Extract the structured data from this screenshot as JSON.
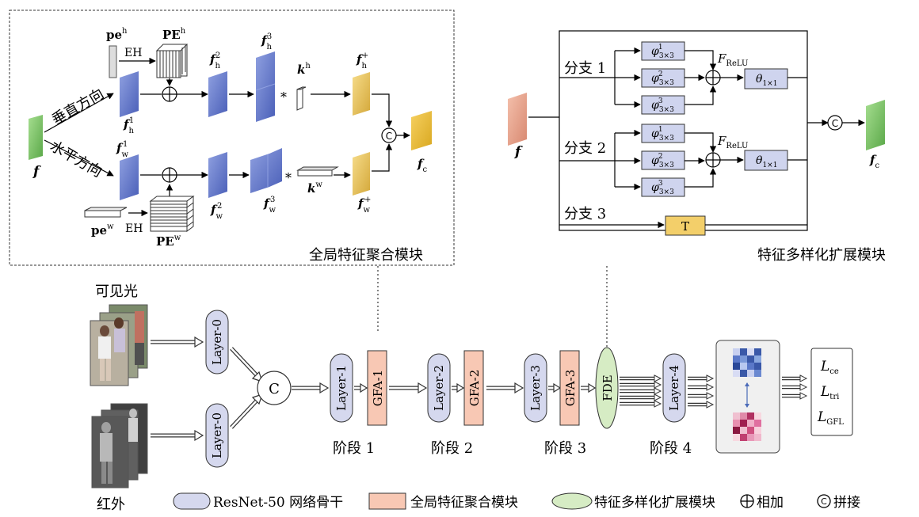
{
  "gfa_module": {
    "title": "全局特征聚合模块",
    "dir_vertical": "垂直方向",
    "dir_horizontal": "水平方向",
    "eh": "EH",
    "pe_h_small": "pe",
    "pe_h_sup": "h",
    "pe_h_big": "PE",
    "pe_w_small": "pe",
    "pe_w_sup": "w",
    "pe_w_big": "PE",
    "f": "f",
    "f_h": "f",
    "f_w": "f",
    "k": "k",
    "sup_h": "h",
    "sub_h": "h",
    "sub_w": "w",
    "sup_w": "w",
    "sup_1": "1",
    "sup_2": "2",
    "sup_3": "3",
    "sup_plus": "+",
    "sub_c": "c",
    "mul": "*",
    "concat": "C"
  },
  "fde_module": {
    "title": "特征多样化扩展模块",
    "branch1": "分支 1",
    "branch2": "分支 2",
    "branch3": "分支 3",
    "phi": "φ",
    "phi_sub": "3×3",
    "theta": "θ",
    "theta_sub": "1×1",
    "f_relu": "F",
    "f_relu_sub": "ReLU",
    "t_box": "T",
    "f": "f",
    "f_c": "f",
    "sub_c": "c",
    "concat": "C",
    "sup_1": "1",
    "sup_2": "2",
    "sup_3": "3"
  },
  "pipeline": {
    "visible": "可见光",
    "infrared": "红外",
    "layer0": "Layer-0",
    "concat": "C",
    "layer1": "Layer-1",
    "layer2": "Layer-2",
    "layer3": "Layer-3",
    "layer4": "Layer-4",
    "gfa1": "GFA-1",
    "gfa2": "GFA-2",
    "gfa3": "GFA-3",
    "fde": "FDE",
    "stage1": "阶段 1",
    "stage2": "阶段 2",
    "stage3": "阶段 3",
    "stage4": "阶段 4",
    "loss_l": "L",
    "loss_ce": "ce",
    "loss_tri": "tri",
    "loss_gfl": "GFL"
  },
  "legend": {
    "backbone": "ResNet-50 网络骨干",
    "gfa": "全局特征聚合模块",
    "fde": "特征多样化扩展模块",
    "add": "相加",
    "concat": "拼接",
    "concat_symbol": "C"
  },
  "colors": {
    "backbone_fill": "#d5d8ee",
    "gfa_fill": "#f8c8b4",
    "fde_fill": "#d6ecc4",
    "blue_feature": "#6b7fd0",
    "yellow_feature": "#e8c45a",
    "green_feature": "#7cc86a",
    "salmon_feature": "#e8a088",
    "phi_fill": "#cfd4ee",
    "t_fill": "#f3cf6a",
    "panel_fill": "#f0f0f0"
  }
}
